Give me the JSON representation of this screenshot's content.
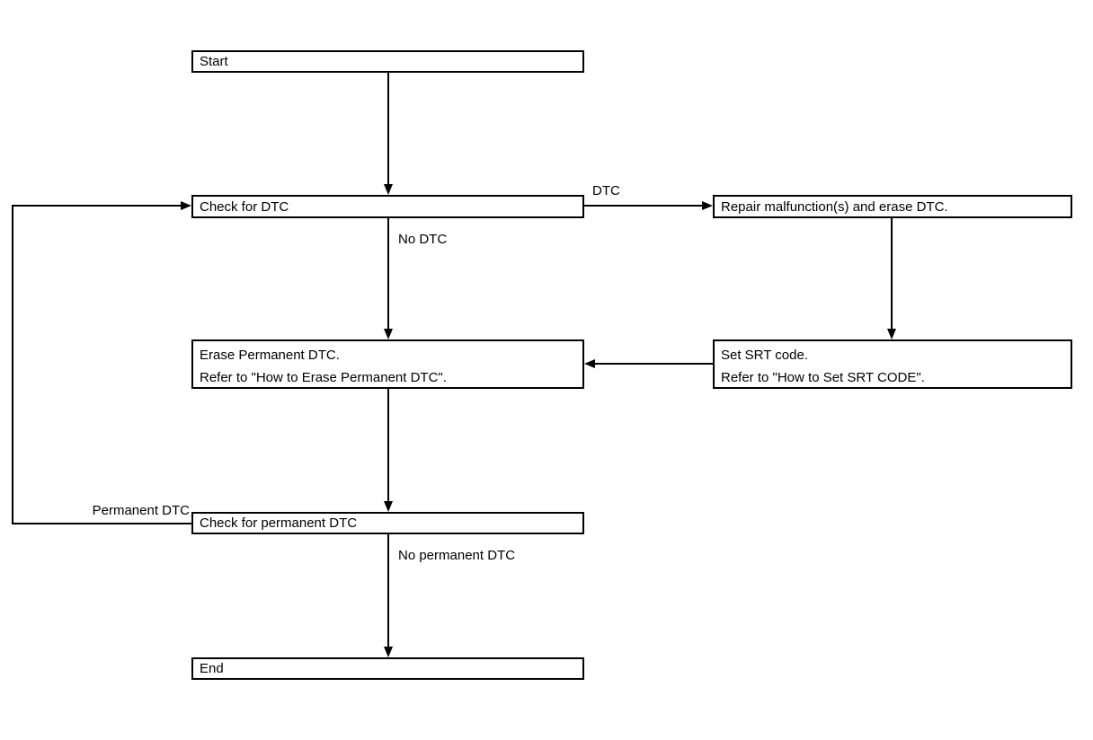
{
  "diagram": {
    "type": "flowchart",
    "colors": {
      "background": "#ffffff",
      "line": "#000000",
      "box_border": "#000000",
      "text": "#000000"
    },
    "nodes": [
      {
        "id": "start",
        "label": "Start"
      },
      {
        "id": "check_dtc",
        "label": "Check for DTC"
      },
      {
        "id": "repair",
        "label": "Repair malfunction(s) and erase DTC."
      },
      {
        "id": "erase_permanent",
        "label": "Erase Permanent DTC.",
        "label2": "Refer to \"How to Erase Permanent DTC\"."
      },
      {
        "id": "set_srt",
        "label": "Set SRT code.",
        "label2": "Refer to \"How to Set SRT CODE\"."
      },
      {
        "id": "check_permanent",
        "label": "Check for permanent DTC"
      },
      {
        "id": "end",
        "label": "End"
      }
    ],
    "edges": [
      {
        "from": "start",
        "to": "check_dtc",
        "label": ""
      },
      {
        "from": "check_dtc",
        "to": "repair",
        "label": "DTC"
      },
      {
        "from": "check_dtc",
        "to": "erase_permanent",
        "label": "No DTC"
      },
      {
        "from": "repair",
        "to": "set_srt",
        "label": ""
      },
      {
        "from": "set_srt",
        "to": "erase_permanent",
        "label": ""
      },
      {
        "from": "erase_permanent",
        "to": "check_permanent",
        "label": ""
      },
      {
        "from": "check_permanent",
        "to": "check_dtc",
        "label": "Permanent DTC"
      },
      {
        "from": "check_permanent",
        "to": "end",
        "label": "No permanent DTC"
      }
    ]
  }
}
